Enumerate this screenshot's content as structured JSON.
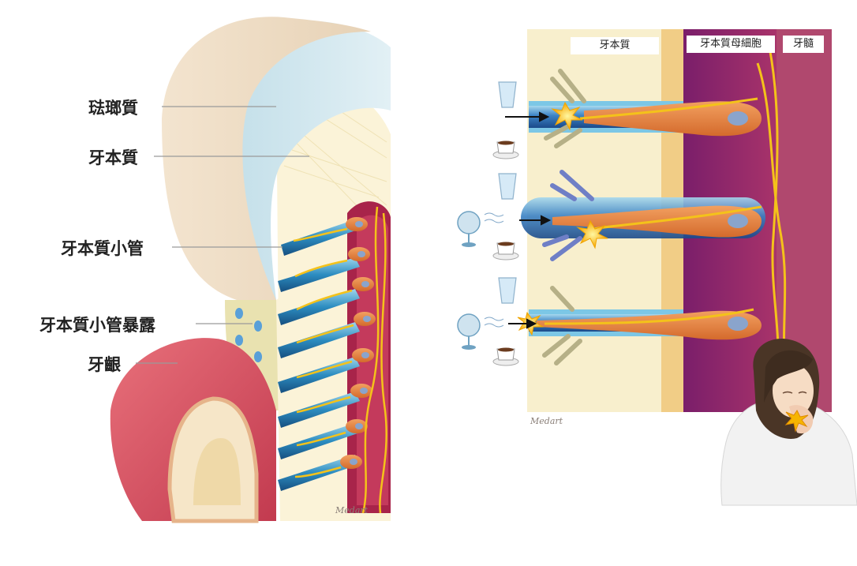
{
  "left_diagram": {
    "labels": {
      "enamel": "琺瑯質",
      "dentin": "牙本質",
      "dentinal_tubules": "牙本質小管",
      "exposed_tubules": "牙本質小管暴露",
      "gum": "牙齦"
    },
    "signature": "Medart"
  },
  "right_diagram": {
    "headers": {
      "dentin": "牙本質",
      "odontoblast": "牙本質母細胞",
      "pulp": "牙髓"
    },
    "stimuli_icons": [
      "cold-water-glass-icon",
      "hot-coffee-cup-icon",
      "electric-fan-icon"
    ],
    "signature": "Medart"
  }
}
